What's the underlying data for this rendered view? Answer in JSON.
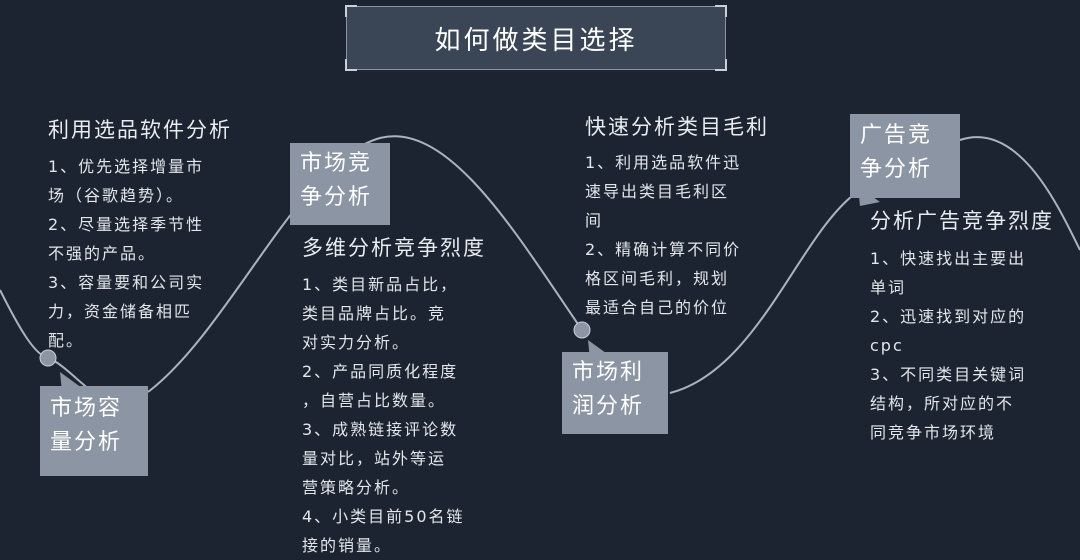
{
  "title": "如何做类目选择",
  "colors": {
    "background": "#1c2431",
    "label_fill": "#8b95a3",
    "title_fill": "#3a4555",
    "curve": "#aab3bf",
    "text": "#e2e6ea"
  },
  "steps": [
    {
      "label_lines": [
        "市场容",
        "量分析"
      ],
      "heading": "利用选品软件分析",
      "body_lines": [
        "1、优先选择增量市",
        "场（谷歌趋势）。",
        "2、尽量选择季节性",
        "不强的产品。",
        "3、容量要和公司实",
        "力，资金储备相匹",
        "配。"
      ]
    },
    {
      "label_lines": [
        "市场竞",
        "争分析"
      ],
      "heading": "多维分析竞争烈度",
      "body_lines": [
        "1、类目新品占比，",
        "类目品牌占比。竞",
        "对实力分析。",
        "2、产品同质化程度",
        "，自营占比数量。",
        "3、成熟链接评论数",
        "量对比，站外等运",
        "营策略分析。",
        "4、小类目前50名链",
        "接的销量。"
      ]
    },
    {
      "label_lines": [
        "市场利",
        "润分析"
      ],
      "heading": "快速分析类目毛利",
      "body_lines": [
        "1、利用选品软件迅",
        "速导出类目毛利区",
        "间",
        "2、精确计算不同价",
        "格区间毛利，规划",
        "最适合自己的价位"
      ]
    },
    {
      "label_lines": [
        "广告竞",
        "争分析"
      ],
      "heading": "分析广告竞争烈度",
      "body_lines": [
        "1、快速找出主要出",
        "单词",
        "2、迅速找到对应的",
        "cpc",
        "3、不同类目关键词",
        "结构，所对应的不",
        "同竞争市场环境"
      ]
    }
  ]
}
